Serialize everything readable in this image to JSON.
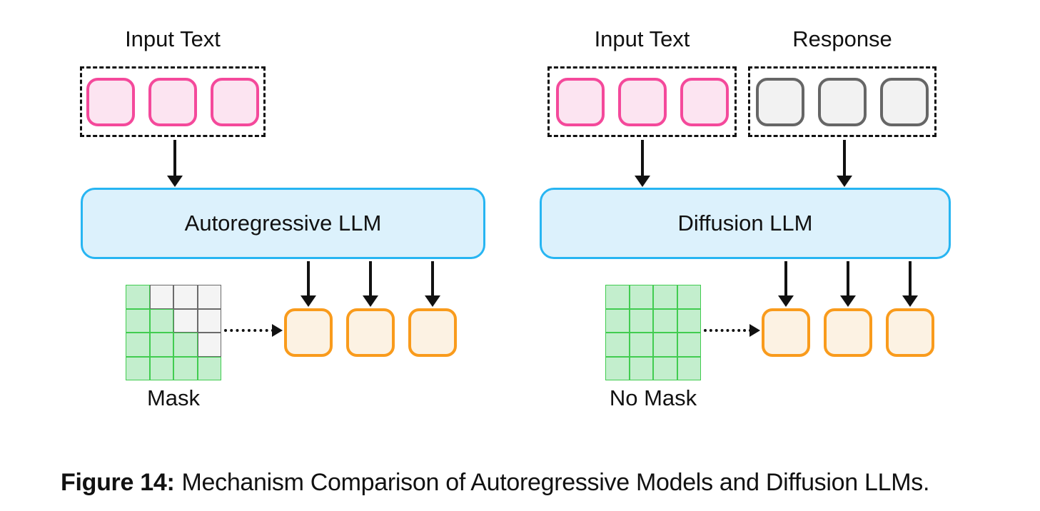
{
  "caption": {
    "label": "Figure 14:",
    "text": "Mechanism Comparison of Autoregressive Models and Diffusion LLMs."
  },
  "left": {
    "input_label": "Input Text",
    "model_label": "Autoregressive LLM",
    "mask_label": "Mask",
    "mask_pattern": [
      "gwww",
      "ggww",
      "gggw",
      "gggg"
    ],
    "input_tokens": [
      "pink",
      "pink",
      "pink"
    ],
    "output_tokens": [
      "orange",
      "orange",
      "orange"
    ]
  },
  "right": {
    "input_label": "Input Text",
    "response_label": "Response",
    "model_label": "Diffusion LLM",
    "mask_label": "No Mask",
    "mask_pattern": [
      "gggg",
      "gggg",
      "gggg",
      "gggg"
    ],
    "input_tokens": [
      "pink",
      "pink",
      "pink"
    ],
    "response_tokens": [
      "gray",
      "gray",
      "gray"
    ],
    "output_tokens": [
      "orange",
      "orange",
      "orange"
    ]
  },
  "colors": {
    "pink_border": "#f4499b",
    "pink_fill": "#fce4f1",
    "gray_border": "#666666",
    "gray_fill": "#f2f2f2",
    "blue_border": "#27b5f2",
    "blue_fill": "#dcf1fc",
    "orange_border": "#f99b1c",
    "orange_fill": "#fcf2e3",
    "green_border": "#41cc50",
    "green_fill": "#c3eecd",
    "arrow": "#111111"
  }
}
